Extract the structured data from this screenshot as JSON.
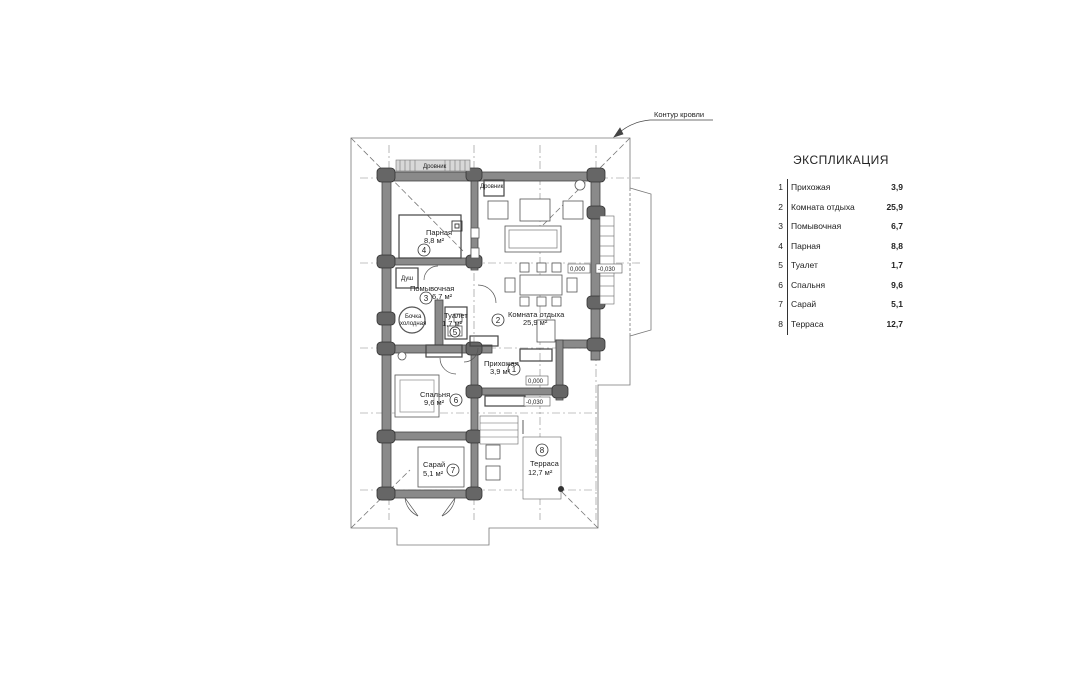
{
  "callout": {
    "roof_contour": "Контур кровли"
  },
  "explication": {
    "title": "ЭКСПЛИКАЦИЯ",
    "rows": [
      {
        "n": "1",
        "name": "Прихожая",
        "area": "3,9"
      },
      {
        "n": "2",
        "name": "Комната отдыха",
        "area": "25,9"
      },
      {
        "n": "3",
        "name": "Помывочная",
        "area": "6,7"
      },
      {
        "n": "4",
        "name": "Парная",
        "area": "8,8"
      },
      {
        "n": "5",
        "name": "Туалет",
        "area": "1,7"
      },
      {
        "n": "6",
        "name": "Спальня",
        "area": "9,6"
      },
      {
        "n": "7",
        "name": "Сарай",
        "area": "5,1"
      },
      {
        "n": "8",
        "name": "Терраса",
        "area": "12,7"
      }
    ]
  },
  "rooms": {
    "r1": {
      "name": "Прихожая",
      "area": "3,9 м²",
      "num": "1"
    },
    "r2": {
      "name": "Комната отдыха",
      "area": "25,9 м²",
      "num": "2"
    },
    "r3": {
      "name": "Помывочная",
      "area": "6,7 м²",
      "num": "3"
    },
    "r4": {
      "name": "Парная",
      "area": "8,8 м²",
      "num": "4"
    },
    "r5": {
      "name": "Туалет",
      "area": "1,7 м²",
      "num": "5"
    },
    "r6": {
      "name": "Спальня",
      "area": "9,6 м²",
      "num": "6"
    },
    "r7": {
      "name": "Сарай",
      "area": "5,1 м²",
      "num": "7"
    },
    "r8": {
      "name": "Терраса",
      "area": "12,7 м²",
      "num": "8"
    }
  },
  "labels": {
    "firewood1": "Дровник",
    "firewood2": "Дровник",
    "shower": "Душ",
    "barrel_line1": "Бочка",
    "barrel_line2": "холодная",
    "level_main": "0,000",
    "level_entry": "0,000",
    "level_porch": "-0,030",
    "level_terrace": "-0,030"
  }
}
